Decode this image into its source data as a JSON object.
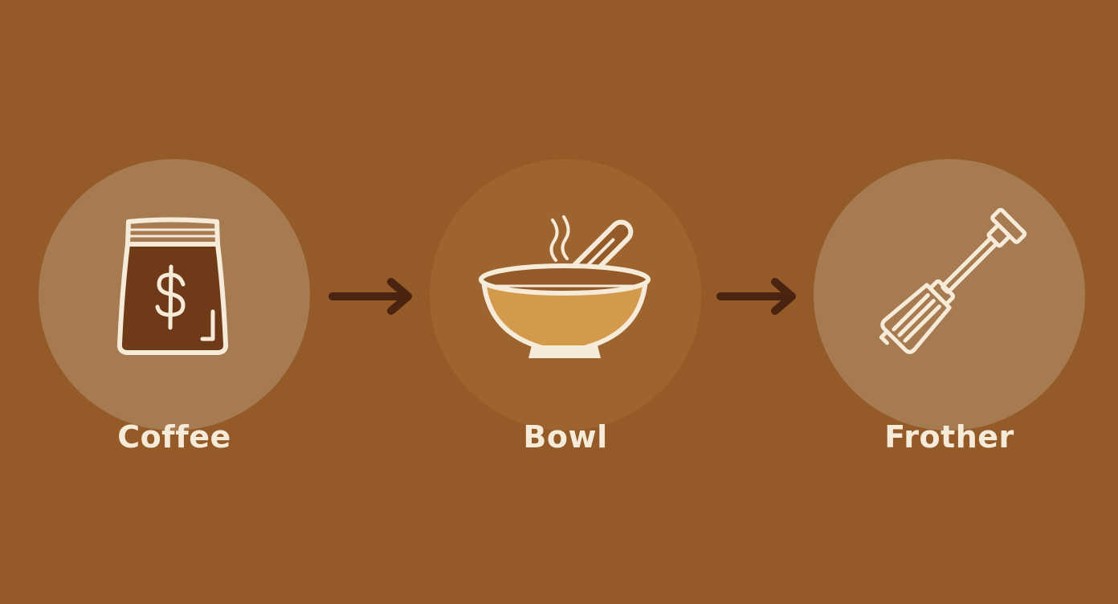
{
  "steps": [
    {
      "label": "Coffee",
      "icon": "coffee-bag-icon"
    },
    {
      "label": "Bowl",
      "icon": "bowl-with-whisk-icon"
    },
    {
      "label": "Frother",
      "icon": "milk-frother-icon"
    }
  ],
  "connectors": [
    "arrow-right-icon",
    "arrow-right-icon"
  ],
  "colors": {
    "background": "#945a28",
    "circle_light": "#a77b51",
    "circle_mid": "#9d6430",
    "outline": "#f6ead9",
    "bag_fill": "#6e3a17",
    "bowl_fill": "#d49a4c",
    "arrow": "#4a2410",
    "label": "#f6ead9"
  }
}
